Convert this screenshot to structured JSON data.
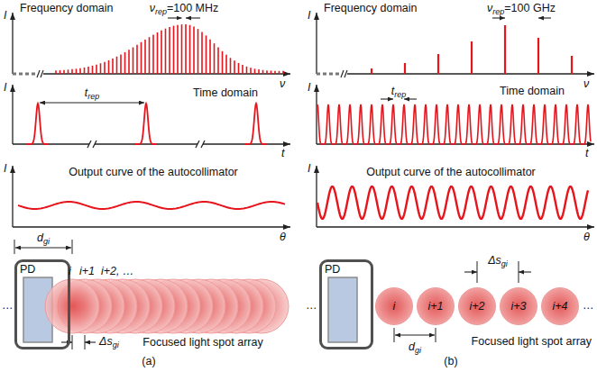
{
  "diagram": {
    "nodes": [
      {
        "text": [
          "PD"
        ]
      },
      {
        "text": [
          "PD"
        ]
      },
      {
        "text": [
          "i"
        ]
      },
      {
        "text": [
          "i+1"
        ]
      },
      {
        "text": [
          "i+2"
        ]
      },
      {
        "text": [
          "i+3"
        ]
      },
      {
        "text": [
          "i+4"
        ]
      }
    ],
    "labels": [
      "Frequency domain",
      "νrep=100 MHz",
      "I",
      "ν",
      "trep",
      "I",
      "Time domain",
      "t",
      "I",
      "Output curve of the autocollimator",
      "θ",
      "dgi",
      "i",
      "i+1",
      "i+2, …",
      "Δsgi",
      "Focused light spot array",
      "…",
      "(a)",
      "Frequency domain",
      "νrep=100 GHz",
      "I",
      "ν",
      "trep",
      "I",
      "Time domain",
      "t",
      "I",
      "Output curve of the autocollimator",
      "θ",
      "Δsgi",
      "dgi",
      "Focused light spot array",
      "…",
      "…",
      "(b)"
    ]
  }
}
